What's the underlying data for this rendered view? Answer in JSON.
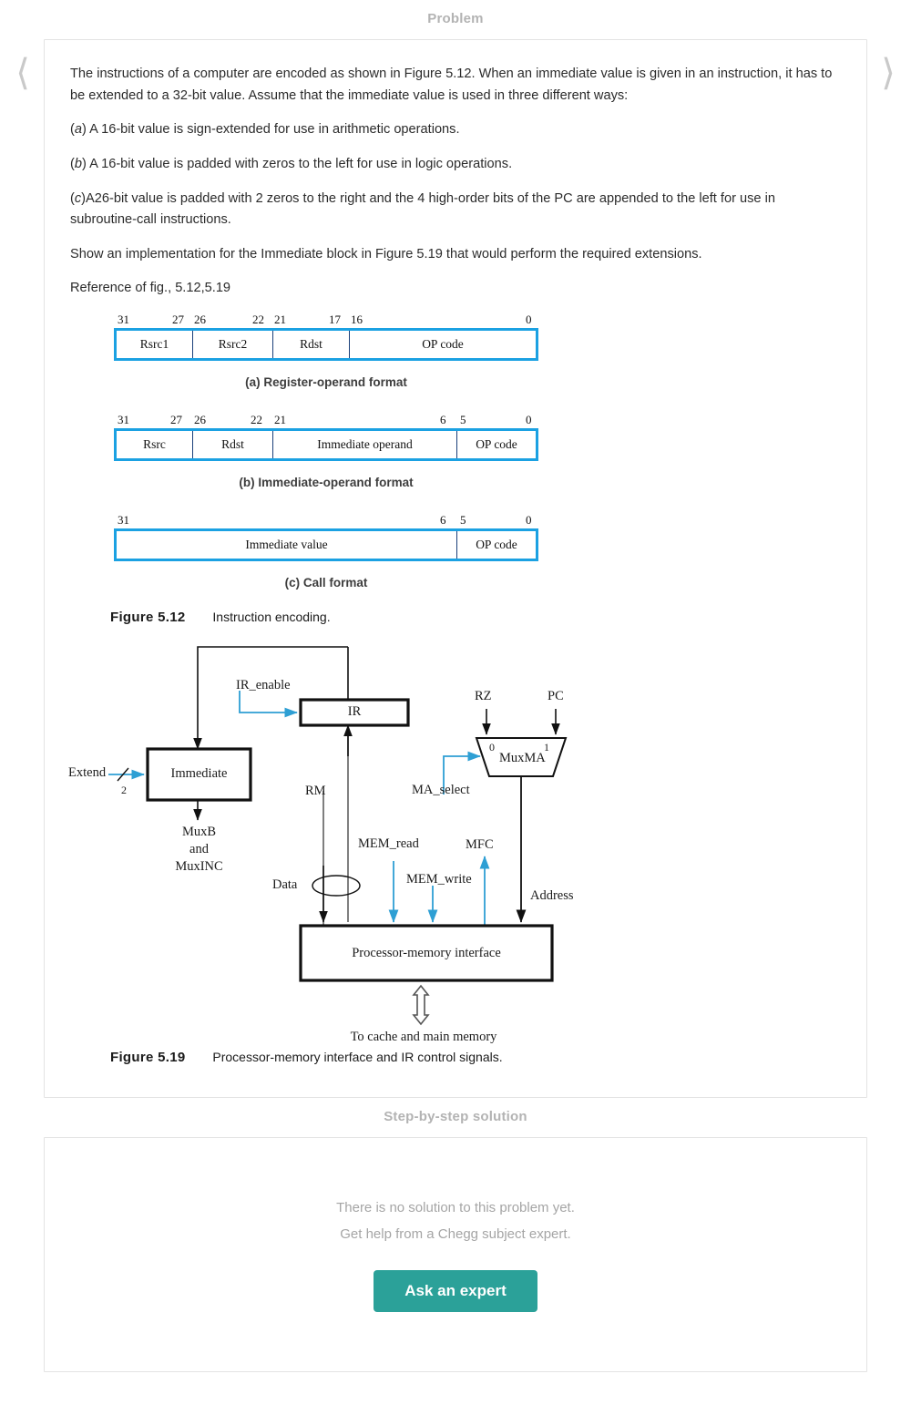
{
  "nav": {
    "prev_icon": "chevron-left-icon",
    "next_icon": "chevron-right-icon"
  },
  "problem": {
    "section_title": "Problem",
    "paragraphs": [
      "The instructions of a computer are encoded as shown in Figure 5.12. When an immediate value is given in an instruction, it has to be extended to a 32-bit value. Assume that the immediate value is used in three different ways:",
      "(a) A 16-bit value is sign-extended for use in arithmetic operations.",
      "(b) A 16-bit value is padded with zeros to the left for use in logic operations.",
      "(c)A26-bit value is padded with 2 zeros to the right and the 4 high-order bits of the PC are appended to the left for use in subroutine-call instructions.",
      "Show an implementation for the Immediate block in Figure 5.19 that would perform the required extensions.",
      "Reference of fig., 5.12,5.19"
    ]
  },
  "figure_512": {
    "number": "Figure 5.12",
    "title": "Instruction encoding.",
    "formats": [
      {
        "caption": "(a) Register-operand format",
        "bit_labels": [
          "31",
          "27",
          "26",
          "22",
          "21",
          "17",
          "16",
          "0"
        ],
        "fields": [
          "Rsrc1",
          "Rsrc2",
          "Rdst",
          "OP code"
        ]
      },
      {
        "caption": "(b) Immediate-operand format",
        "bit_labels": [
          "31",
          "27",
          "26",
          "22",
          "21",
          "6",
          "5",
          "0"
        ],
        "fields": [
          "Rsrc",
          "Rdst",
          "Immediate operand",
          "OP code"
        ]
      },
      {
        "caption": "(c) Call format",
        "bit_labels": [
          "31",
          "6",
          "5",
          "0"
        ],
        "fields": [
          "Immediate value",
          "OP code"
        ]
      }
    ]
  },
  "figure_519": {
    "number": "Figure 5.19",
    "title": "Processor-memory interface and IR control signals.",
    "labels": {
      "ir_enable": "IR_enable",
      "ir": "IR",
      "extend": "Extend",
      "extend_width": "2",
      "immediate": "Immediate",
      "muxb_line1": "MuxB",
      "muxb_line2": "and",
      "muxb_line3": "MuxINC",
      "rm": "RM",
      "data": "Data",
      "rz": "RZ",
      "pc": "PC",
      "mux_in_0": "0",
      "mux_in_1": "1",
      "muxma": "MuxMA",
      "ma_select": "MA_select",
      "mem_read": "MEM_read",
      "mem_write": "MEM_write",
      "mfc": "MFC",
      "address": "Address",
      "interface": "Processor-memory interface",
      "to_memory": "To cache and main memory"
    }
  },
  "solution": {
    "section_title": "Step-by-step solution",
    "no_solution_line1": "There is no solution to this problem yet.",
    "no_solution_line2": "Get help from a Chegg subject expert.",
    "ask_expert_label": "Ask an expert"
  },
  "colors": {
    "accent_teal": "#2ba199",
    "field_border_blue": "#1ba1e2",
    "control_signal_blue": "#2e9fd4",
    "muted_text": "#b3b3b3"
  }
}
